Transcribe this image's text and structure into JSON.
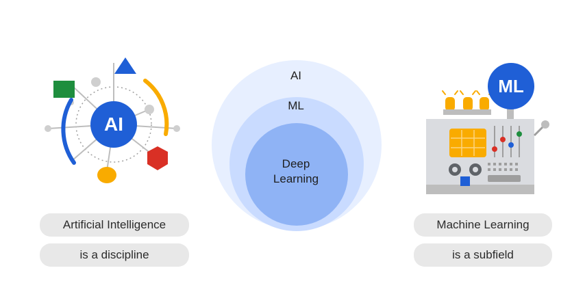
{
  "left": {
    "badge": "AI",
    "pill_top": "Artificial Intelligence",
    "pill_bottom": "is a discipline"
  },
  "center": {
    "outer_label": "AI",
    "middle_label": "ML",
    "inner_label_line1": "Deep",
    "inner_label_line2": "Learning"
  },
  "right": {
    "badge": "ML",
    "pill_top": "Machine Learning",
    "pill_bottom": "is a subfield"
  },
  "colors": {
    "blue_dark": "#1f5fd6",
    "blue_outer": "#e7efff",
    "blue_middle": "#c9dbff",
    "blue_inner": "#8fb3f5",
    "green": "#1e8e3e",
    "red": "#d93025",
    "yellow": "#f9ab00",
    "pill": "#e8e8e8"
  }
}
